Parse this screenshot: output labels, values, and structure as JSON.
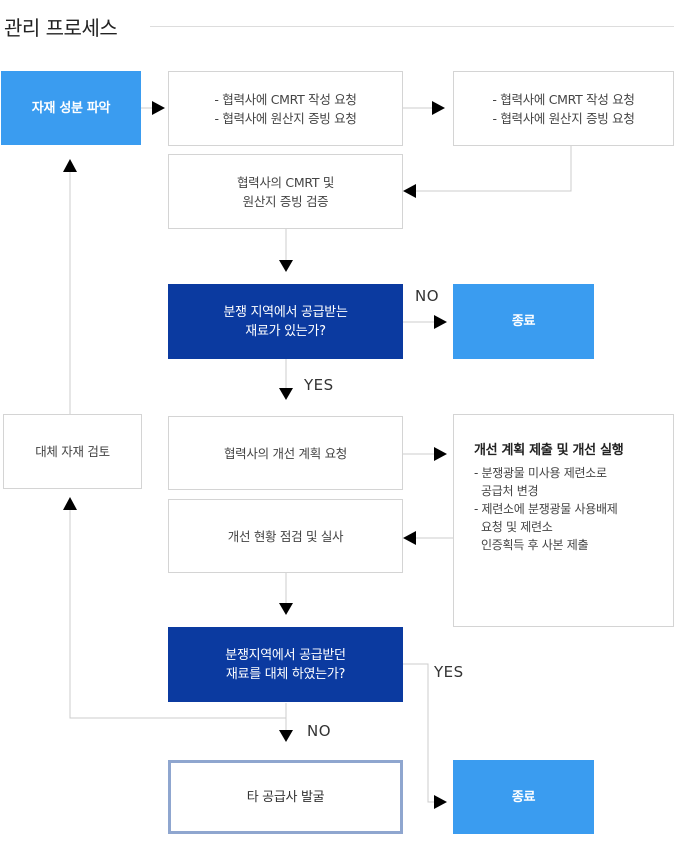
{
  "title": "관리 프로세스",
  "boxes": {
    "analysis": "자재 성분 파악",
    "request1": [
      "- 협력사에 CMRT 작성 요청",
      "- 협력사에 원산지 증빙 요청"
    ],
    "request2": [
      "- 협력사에 CMRT 작성 요청",
      "- 협력사에 원산지 증빙 요청"
    ],
    "verify": [
      "협력사의 CMRT 및",
      "원산지 증빙 검증"
    ],
    "question1": [
      "분쟁 지역에서 공급받는",
      "재료가 있는가?"
    ],
    "end1": "종료",
    "improve_request": "협력사의 개선 계획 요청",
    "plan": {
      "title": "개선 계획 제출 및 개선 실행",
      "items": [
        "- 분쟁광물 미사용 제련소로\n  공급처 변경",
        "- 제련소에 분쟁광물 사용배제\n  요청 및 제련소\n  인증획득 후 사본 제출"
      ]
    },
    "inspect": "개선 현황 점검 및 실사",
    "question2": [
      "분쟁지역에서 공급받던",
      "재료를 대체 하였는가?"
    ],
    "alternative": "대체 자재 검토",
    "discover": "타 공급사 발굴",
    "end2": "종료"
  },
  "labels": {
    "no1": "NO",
    "yes1": "YES",
    "yes2": "YES",
    "no2": "NO"
  }
}
